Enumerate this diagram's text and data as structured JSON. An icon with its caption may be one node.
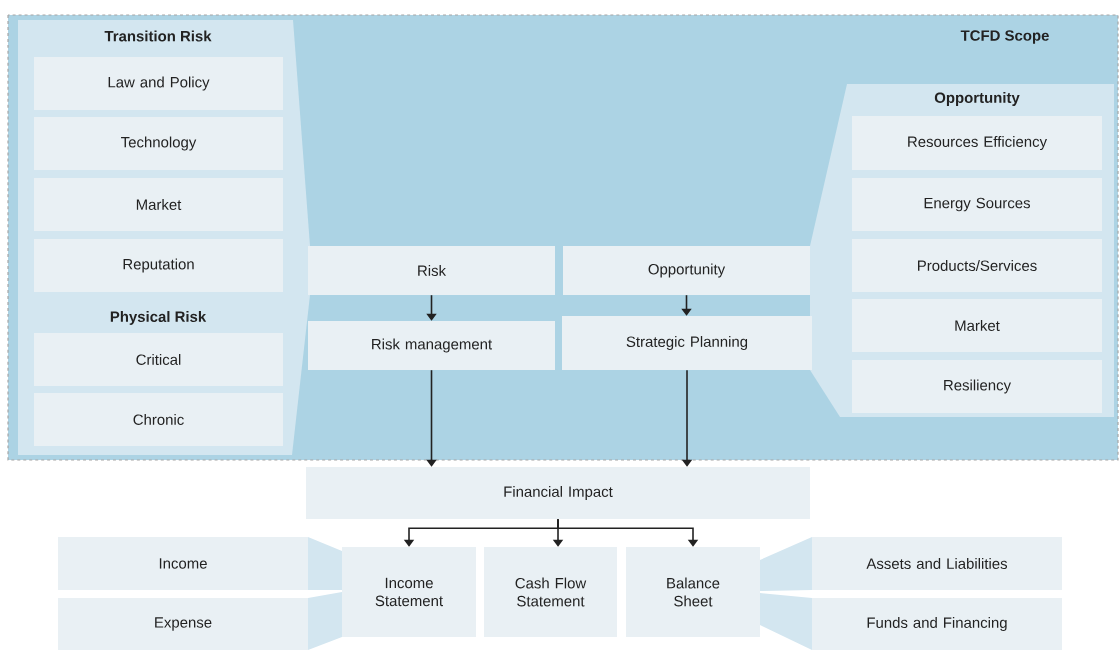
{
  "diagram": {
    "nodes": [
      {
        "text": [
          "TCFD Scope"
        ]
      },
      {
        "text": [
          "Transition Risk",
          "Physical Risk"
        ],
        "in": 0
      },
      {
        "text": [
          "Law and Policy"
        ],
        "in": 1
      },
      {
        "text": [
          "Technology"
        ],
        "in": 1
      },
      {
        "text": [
          "Market"
        ],
        "in": 1
      },
      {
        "text": [
          "Reputation"
        ],
        "in": 1
      },
      {
        "text": [
          "Critical"
        ],
        "in": 1
      },
      {
        "text": [
          "Chronic"
        ],
        "in": 1
      },
      {
        "text": [
          "Risk"
        ],
        "in": 0
      },
      {
        "text": [
          "Opportunity"
        ],
        "in": 0
      },
      {
        "text": [
          "Risk management"
        ],
        "in": 0
      },
      {
        "text": [
          "Strategic Planning"
        ],
        "in": 0
      },
      {
        "text": [
          "Opportunity"
        ],
        "in": 0
      },
      {
        "text": [
          "Resources Efficiency"
        ],
        "in": 12
      },
      {
        "text": [
          "Energy Sources"
        ],
        "in": 12
      },
      {
        "text": [
          "Products/Services"
        ],
        "in": 12
      },
      {
        "text": [
          "Market"
        ],
        "in": 12
      },
      {
        "text": [
          "Resiliency"
        ],
        "in": 12
      },
      {
        "text": [
          "Financial Impact"
        ]
      },
      {
        "text": [
          "Income"
        ]
      },
      {
        "text": [
          "Expense"
        ]
      },
      {
        "text": [
          "Income Statement"
        ]
      },
      {
        "text": [
          "Cash Flow Statement"
        ]
      },
      {
        "text": [
          "Balance Sheet"
        ]
      },
      {
        "text": [
          "Assets and Liabilities"
        ]
      },
      {
        "text": [
          "Funds and Financing"
        ]
      }
    ],
    "edges": [
      {
        "from": 8,
        "to": 10,
        "arrow": "to"
      },
      {
        "from": 9,
        "to": 11,
        "arrow": "to"
      },
      {
        "from": 10,
        "to": 18,
        "arrow": "to"
      },
      {
        "from": 11,
        "to": 18,
        "arrow": "to"
      },
      {
        "from": 18,
        "to": 21,
        "arrow": "to"
      },
      {
        "from": 18,
        "to": 22,
        "arrow": "to"
      },
      {
        "from": 18,
        "to": 23,
        "arrow": "to"
      }
    ]
  }
}
